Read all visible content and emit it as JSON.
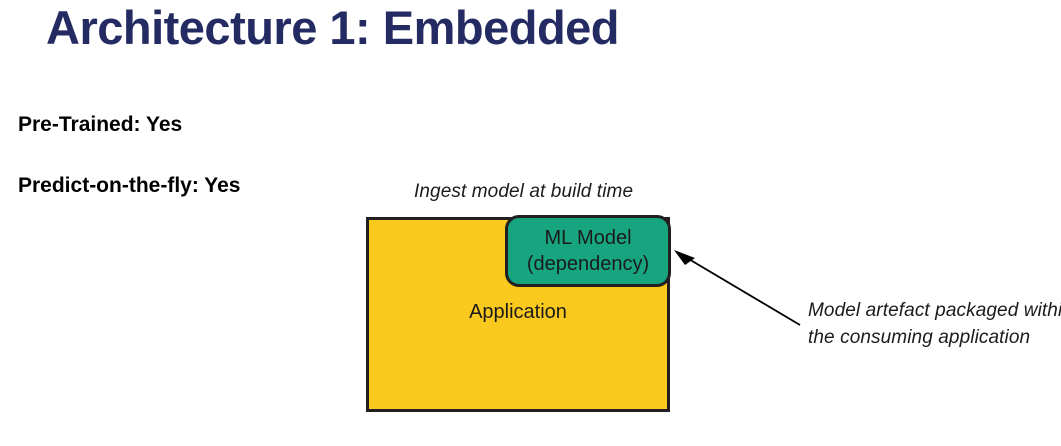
{
  "slide": {
    "title": "Architecture 1: Embedded",
    "title_color": "#242a62",
    "background_color": "#ffffff"
  },
  "attributes": [
    {
      "label": "Pre-Trained: Yes"
    },
    {
      "label": "Predict-on-the-fly: Yes"
    }
  ],
  "diagram": {
    "top_caption": "Ingest model at build time",
    "application_box": {
      "label": "Application",
      "fill_color": "#fac91e",
      "border_color": "#231f20"
    },
    "model_box": {
      "line1": "ML Model",
      "line2": "(dependency)",
      "fill_color": "#17a580",
      "border_color": "#231f20"
    },
    "annotation": {
      "line1": "Model artefact packaged within",
      "line2": "the consuming application",
      "arrow_color": "#000000"
    }
  }
}
